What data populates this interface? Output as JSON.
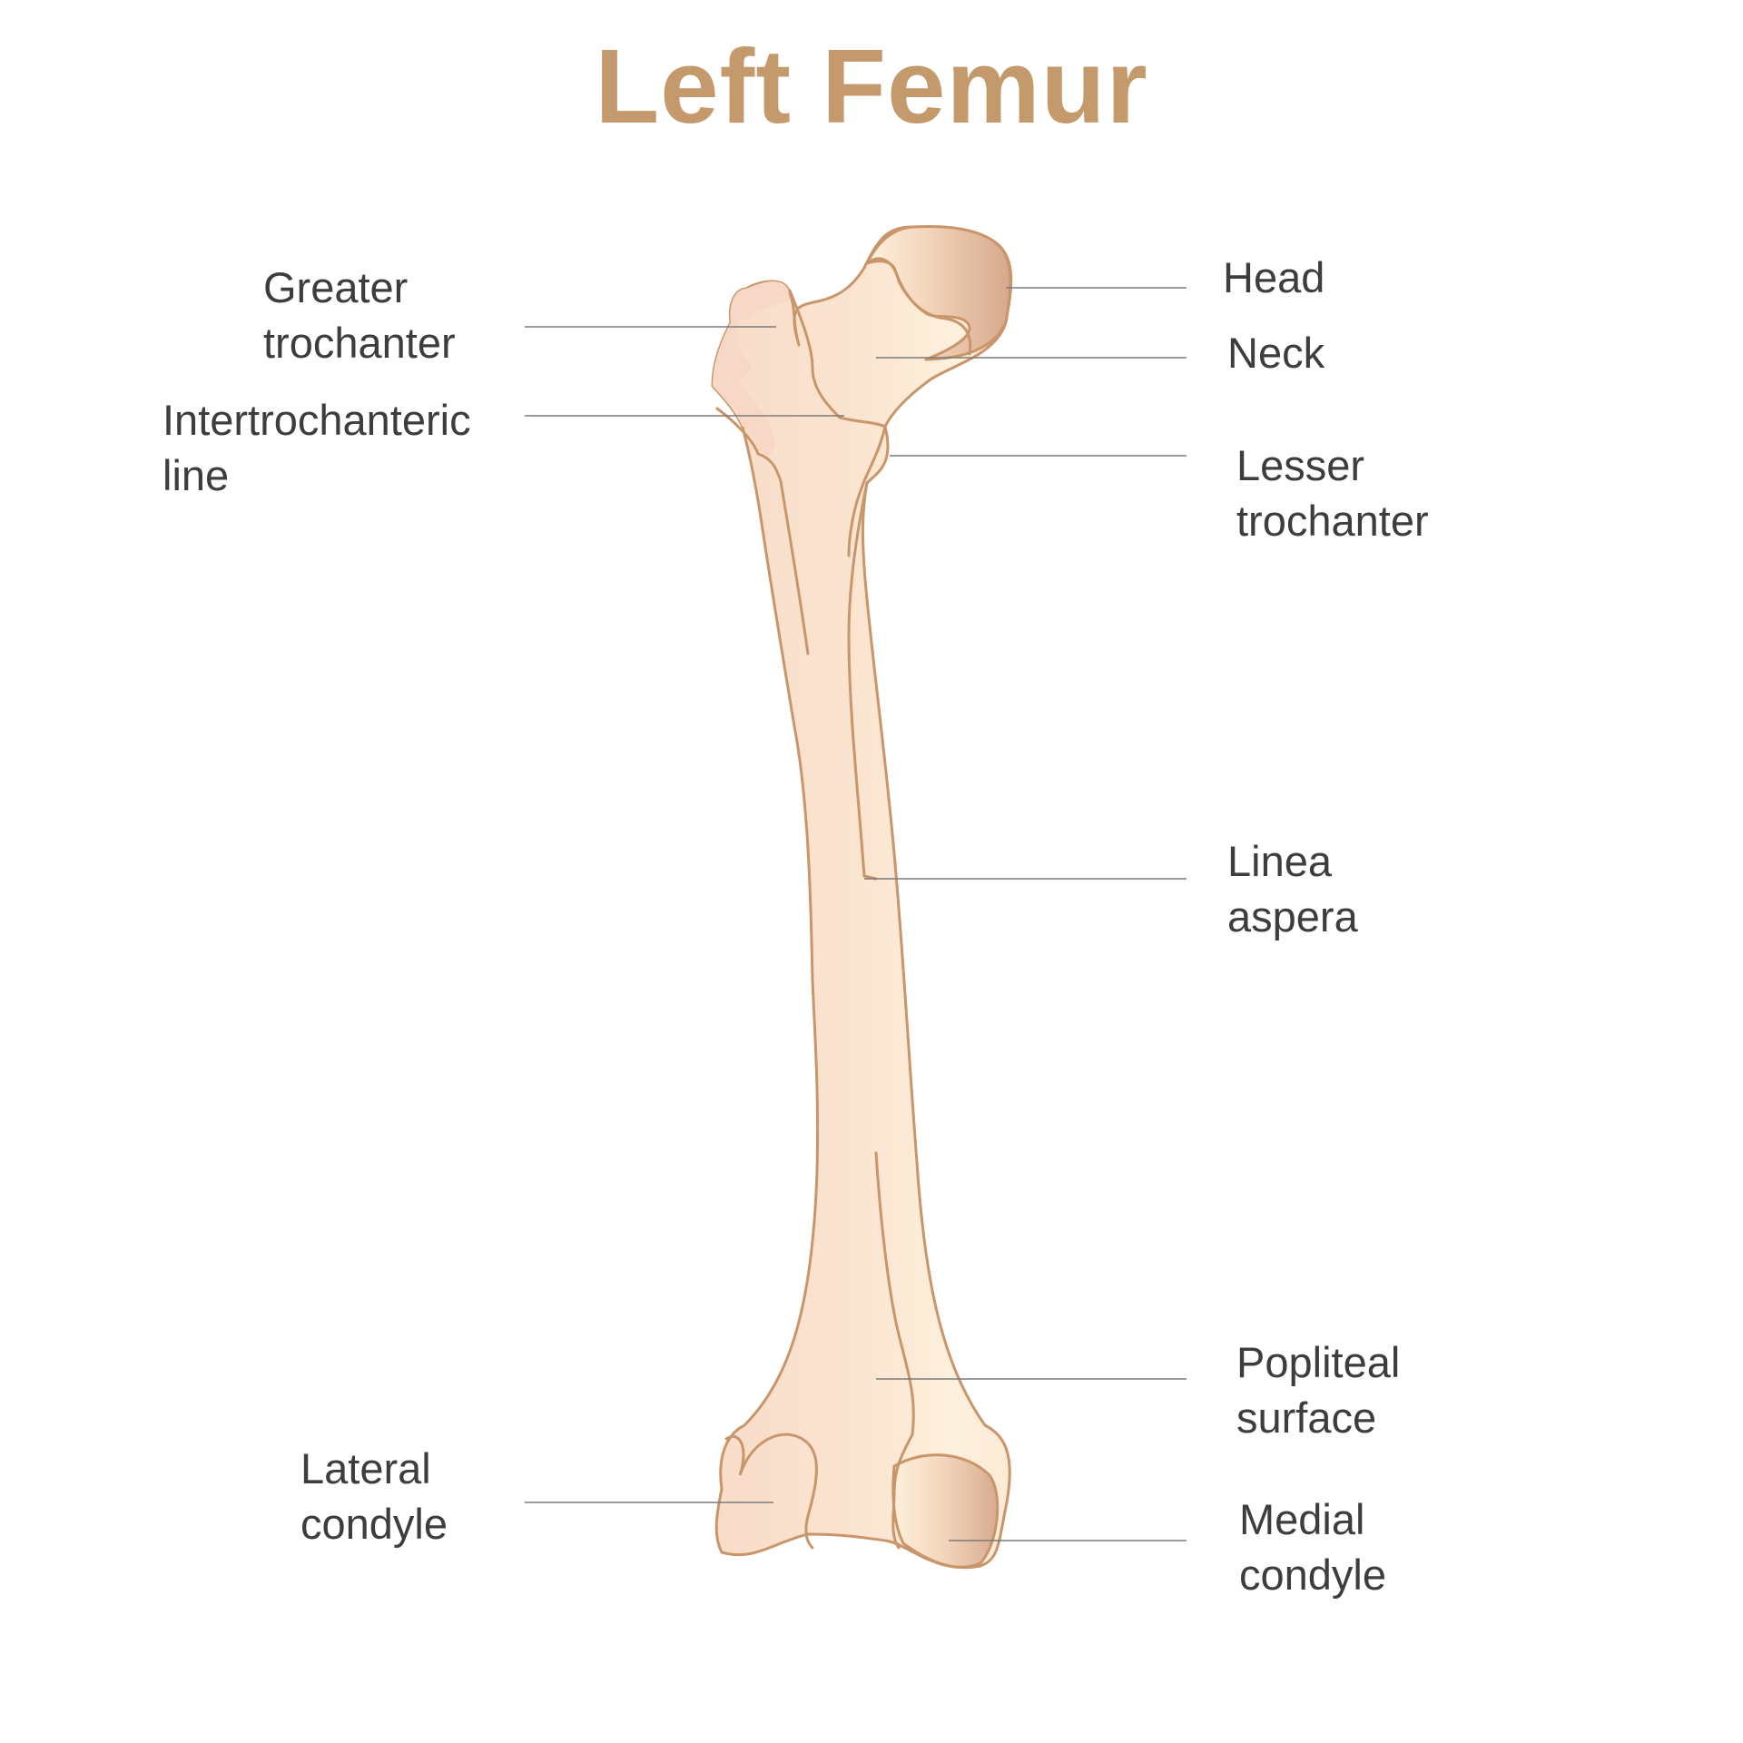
{
  "title": "Left Femur",
  "colors": {
    "title": "#c49a6c",
    "outline": "#c9956a",
    "bone_fill_light": "#fdf0dc",
    "bone_fill_mid": "#f9e0cc",
    "head_shade": "#d8ab90",
    "leader_line": "#7a7a7a",
    "label_text": "#3d3d3d"
  },
  "labels": {
    "greater_trochanter": [
      "Greater",
      "trochanter"
    ],
    "intertrochanteric_line": [
      "Intertrochanteric",
      "line"
    ],
    "lateral_condyle": [
      "Lateral",
      "condyle"
    ],
    "head": [
      "Head"
    ],
    "neck": [
      "Neck"
    ],
    "lesser_trochanter": [
      "Lesser",
      "trochanter"
    ],
    "linea_aspera": [
      "Linea",
      "aspera"
    ],
    "popliteal_surface": [
      "Popliteal",
      "surface"
    ],
    "medial_condyle": [
      "Medial",
      "condyle"
    ]
  }
}
